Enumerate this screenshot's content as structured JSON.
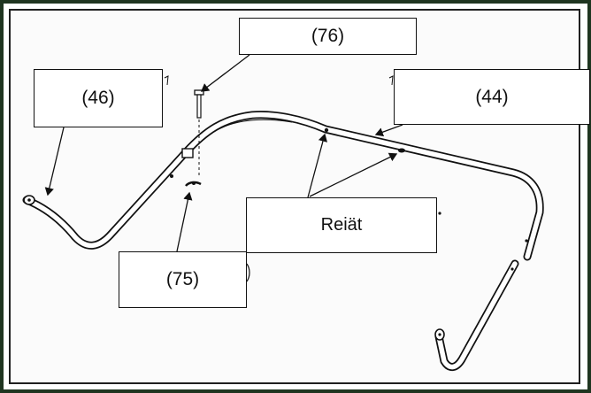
{
  "callouts": {
    "part_76": "(76)",
    "part_46": "(46)",
    "part_44": "(44)",
    "hole": "Reiät",
    "part_75": "(75)"
  },
  "colors": {
    "line": "#111111",
    "tube_fill": "#ffffff",
    "border_dark": "#1f3520"
  }
}
